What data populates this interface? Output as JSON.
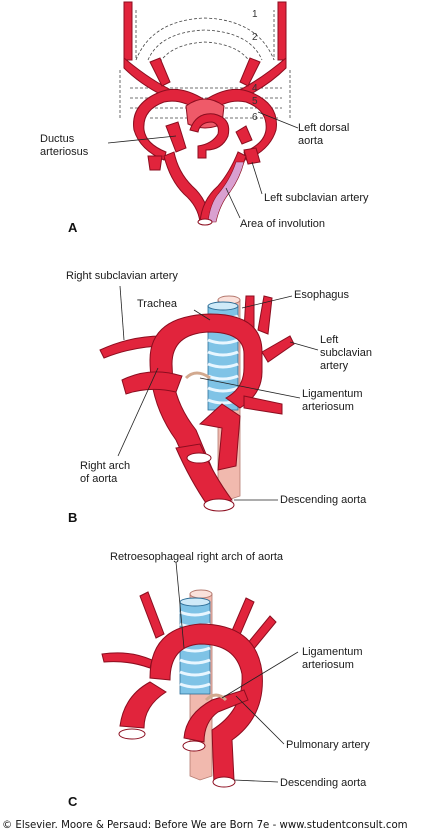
{
  "colors": {
    "artery": "#e1243c",
    "artery_dark": "#8c0d1f",
    "involution": "#d9a0d0",
    "trachea": "#7fc3e6",
    "esophagus": "#f1b9ae"
  },
  "panels": {
    "a": {
      "letter": "A",
      "arch_numbers": [
        "1",
        "2",
        "4",
        "5",
        "6"
      ],
      "labels": {
        "ductus_line1": "Ductus",
        "ductus_line2": "arteriosus",
        "left_dorsal_line1": "Left dorsal",
        "left_dorsal_line2": "aorta",
        "left_subclavian": "Left subclavian artery",
        "involution": "Area of involution"
      }
    },
    "b": {
      "letter": "B",
      "labels": {
        "right_subclavian": "Right subclavian artery",
        "trachea": "Trachea",
        "esophagus": "Esophagus",
        "left_subclavian_line1": "Left",
        "left_subclavian_line2": "subclavian",
        "left_subclavian_line3": "artery",
        "ligamentum_line1": "Ligamentum",
        "ligamentum_line2": "arteriosum",
        "right_arch_line1": "Right arch",
        "right_arch_line2": "of aorta",
        "descending": "Descending aorta"
      }
    },
    "c": {
      "letter": "C",
      "labels": {
        "retro": "Retroesophageal right arch of aorta",
        "ligamentum_line1": "Ligamentum",
        "ligamentum_line2": "arteriosum",
        "pulmonary": "Pulmonary artery",
        "descending": "Descending aorta"
      }
    }
  },
  "credit": "© Elsevier. Moore & Persaud: Before We are Born 7e - www.studentconsult.com"
}
